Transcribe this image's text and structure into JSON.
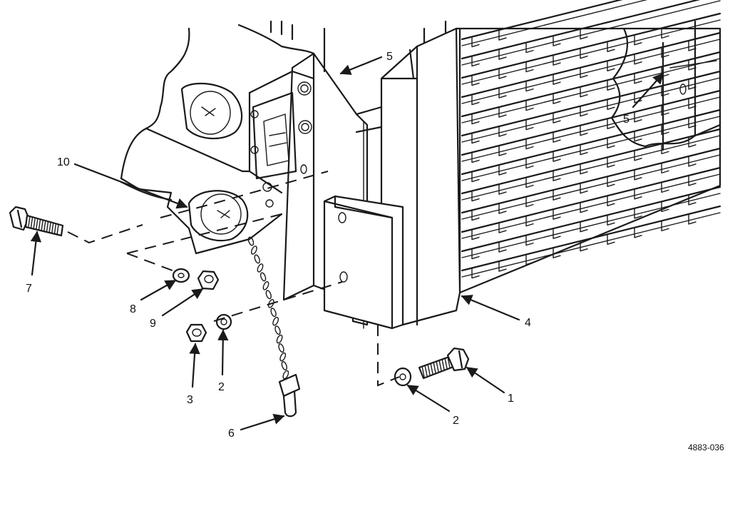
{
  "figure": {
    "id": "4883-036"
  },
  "callouts": [
    {
      "number": "1"
    },
    {
      "number": "2"
    },
    {
      "number": "2"
    },
    {
      "number": "3"
    },
    {
      "number": "4"
    },
    {
      "number": "5"
    },
    {
      "number": "5"
    },
    {
      "number": "6"
    },
    {
      "number": "7"
    },
    {
      "number": "8"
    },
    {
      "number": "9"
    },
    {
      "number": "10"
    }
  ]
}
